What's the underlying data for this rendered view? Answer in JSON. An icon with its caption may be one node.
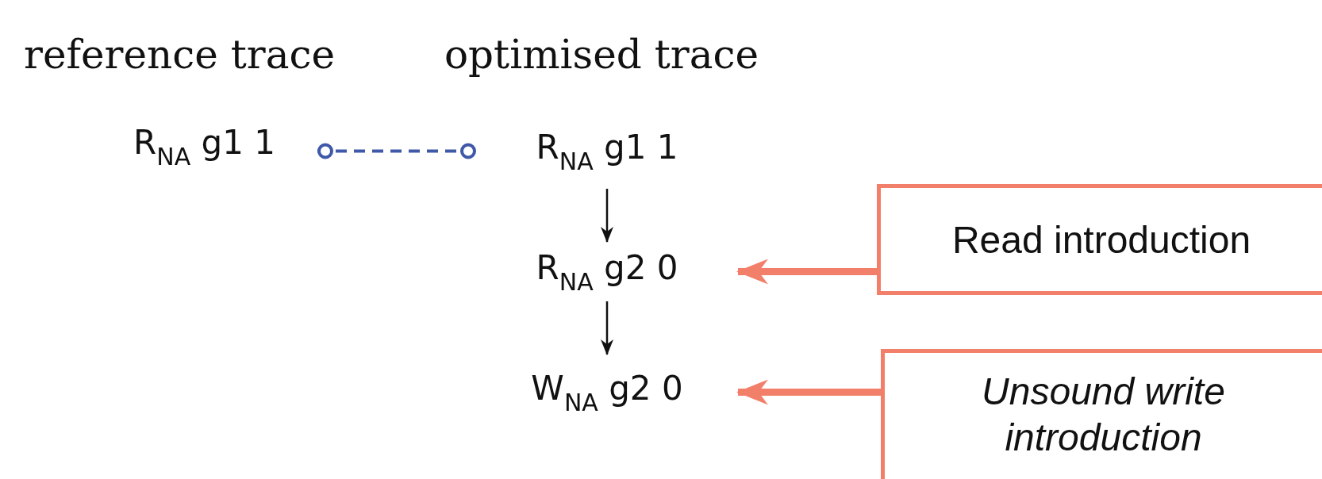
{
  "diagram": {
    "nodes": [
      {
        "text": [
          "R$_{NA}$ g1 1"
        ]
      },
      {
        "text": [
          "R$_{NA}$ g1 1"
        ]
      },
      {
        "text": [
          "R$_{NA}$ g2 0"
        ]
      },
      {
        "text": [
          "W$_{NA}$ g2 0"
        ]
      },
      {
        "text": [
          "Read introduction"
        ]
      },
      {
        "text": [
          "Unsound write introduction"
        ]
      }
    ],
    "edges": [
      {
        "from": 0,
        "to": 1,
        "arrow": "other",
        "style": "dashed",
        "color": "#3f58a8"
      },
      {
        "from": 1,
        "to": 2,
        "arrow": "to"
      },
      {
        "from": 2,
        "to": 3,
        "arrow": "to"
      },
      {
        "from": 4,
        "to": 2,
        "arrow": "to",
        "style": "thick",
        "color": "#f27f6a"
      },
      {
        "from": 5,
        "to": 3,
        "arrow": "to",
        "style": "thick",
        "color": "#f27f6a"
      }
    ],
    "labels": [
      "reference trace",
      "optimised trace"
    ]
  }
}
